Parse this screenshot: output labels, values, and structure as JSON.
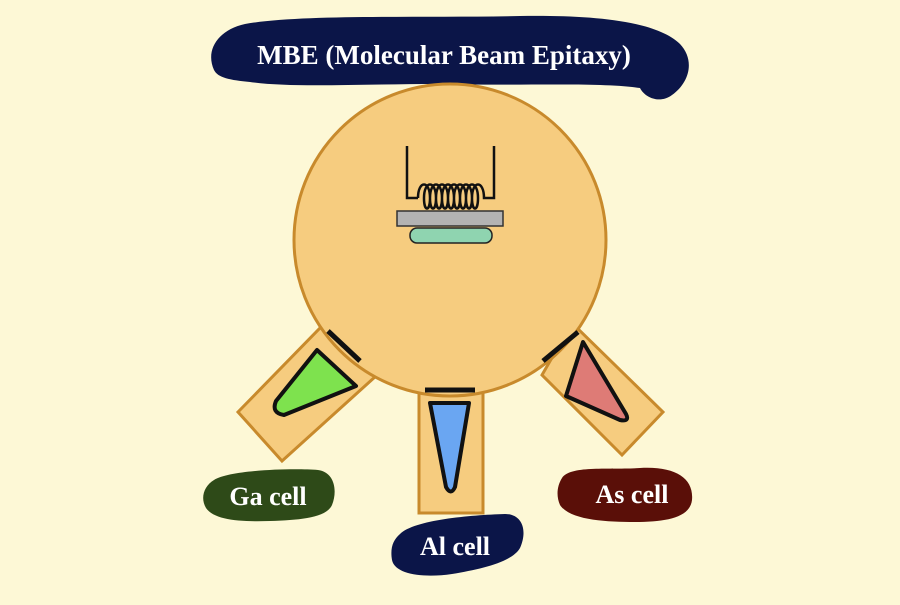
{
  "title": "MBE (Molecular Beam Epitaxy)",
  "labels": {
    "ga": "Ga cell",
    "al": "Al cell",
    "as": "As cell"
  },
  "colors": {
    "background": "#fdf8d6",
    "chamber_fill": "#f6cc7f",
    "chamber_stroke": "#c88a2c",
    "title_blob": "#0b1548",
    "ga_blob": "#2e4a18",
    "al_blob": "#0b1548",
    "as_blob": "#5a0f08",
    "ga_material": "#7ee24e",
    "al_material": "#6aa6f2",
    "as_material": "#de7b76",
    "substrate_holder": "#b3b3b3",
    "substrate": "#8fd4b0"
  }
}
